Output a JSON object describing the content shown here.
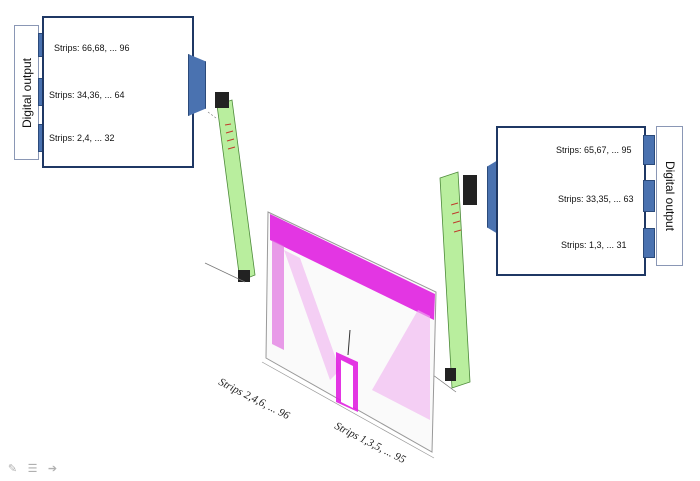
{
  "left_module": {
    "side_label": "Digital output",
    "strips": [
      "Strips: 66,68, ... 96",
      "Strips: 34,36, ... 64",
      "Strips: 2,4, ... 32"
    ]
  },
  "right_module": {
    "side_label": "Digital output",
    "strips": [
      "Strips: 65,67, ... 95",
      "Strips: 33,35, ... 63",
      "Strips: 1,3, ... 31"
    ]
  },
  "sensor_board": {
    "left_edge_label": "Strips 2,4,6, ... 96",
    "right_edge_label": "Strips 1,3,5, ... 95"
  },
  "colors": {
    "box_border": "#1f3864",
    "tab": "#4a72b0",
    "flex_cable": "#b9ee9e",
    "pads": "#e020e0"
  },
  "toolbar_icons": [
    "pen-icon",
    "menu-icon",
    "arrow-icon"
  ]
}
